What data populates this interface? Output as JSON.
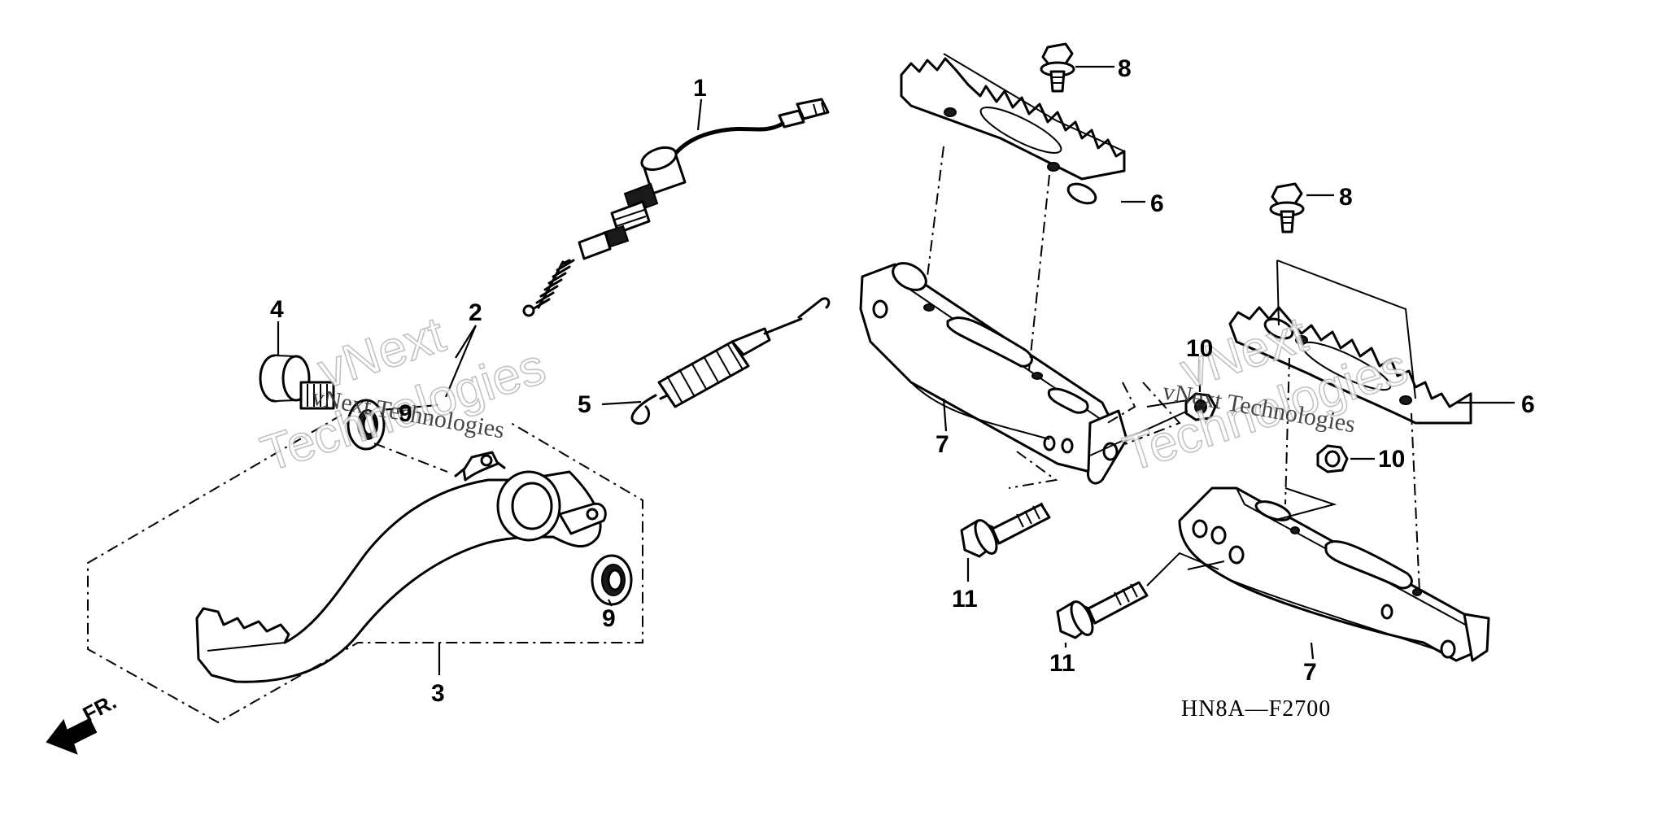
{
  "diagram": {
    "callouts": {
      "c1": "1",
      "c2": "2",
      "c3": "3",
      "c4": "4",
      "c5": "5",
      "c6a": "6",
      "c6b": "6",
      "c7a": "7",
      "c7b": "7",
      "c8a": "8",
      "c8b": "8",
      "c9a": "9",
      "c9b": "9",
      "c10a": "10",
      "c10b": "10",
      "c11a": "11",
      "c11b": "11"
    },
    "drawing_code": "HN8A—F2700",
    "front_indicator": "FR.",
    "watermark": {
      "brand_line1": "vNext",
      "brand_line2": "Technologies",
      "caption": "vNext Technologies"
    }
  }
}
